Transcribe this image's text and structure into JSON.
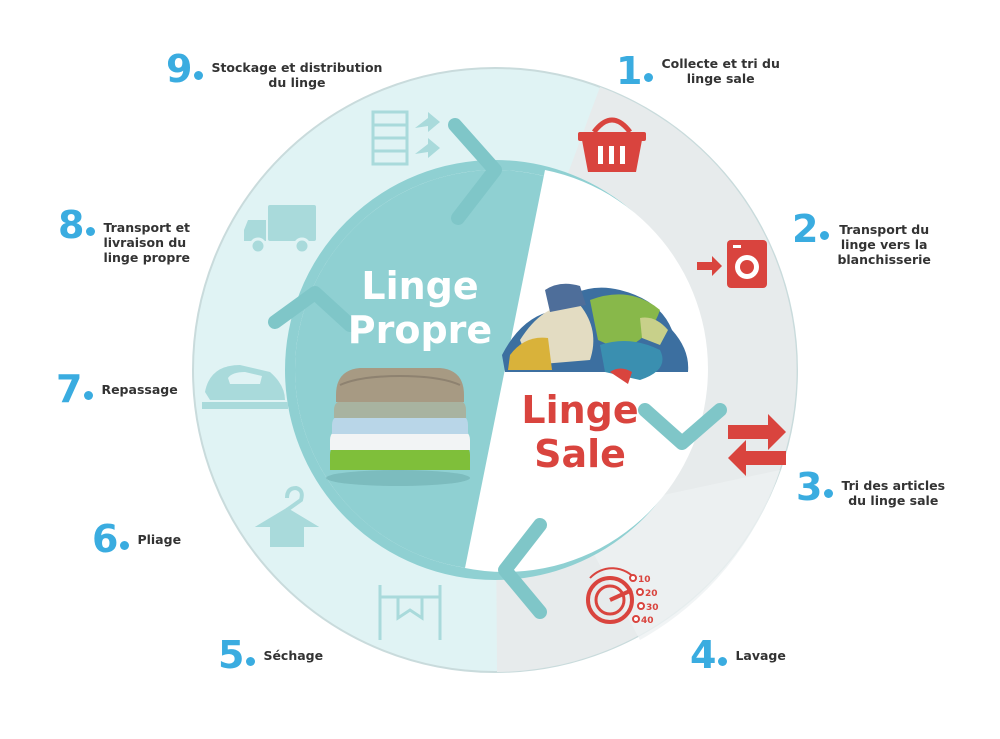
{
  "center": {
    "clean_title": "Linge\nPropre",
    "dirty_title": "Linge\nSale"
  },
  "steps": [
    {
      "number": "1",
      "label": "Collecte et tri du\nlinge sale"
    },
    {
      "number": "2",
      "label": "Transport du\nlinge vers la\nblanchisserie"
    },
    {
      "number": "3",
      "label": "Tri des articles\ndu linge sale"
    },
    {
      "number": "4",
      "label": "Lavage"
    },
    {
      "number": "5",
      "label": "Séchage"
    },
    {
      "number": "6",
      "label": "Pliage"
    },
    {
      "number": "7",
      "label": "Repassage"
    },
    {
      "number": "8",
      "label": "Transport et\nlivraison du\nlinge propre"
    },
    {
      "number": "9",
      "label": "Stockage et distribution\ndu linge"
    }
  ],
  "thermostat_ticks": [
    "10",
    "20",
    "30",
    "40"
  ],
  "icons": [
    "basket-icon",
    "washing-machine-icon",
    "swap-arrows-icon",
    "thermostat-dial-icon",
    "drying-rack-icon",
    "hanger-icon",
    "iron-icon",
    "truck-icon",
    "shelf-icon"
  ],
  "colors": {
    "accent_blue": "#3aace0",
    "teal": "#8fd0d2",
    "red": "#d9443e",
    "light_teal": "#dff2f3",
    "grey": "#e6e9ea"
  }
}
